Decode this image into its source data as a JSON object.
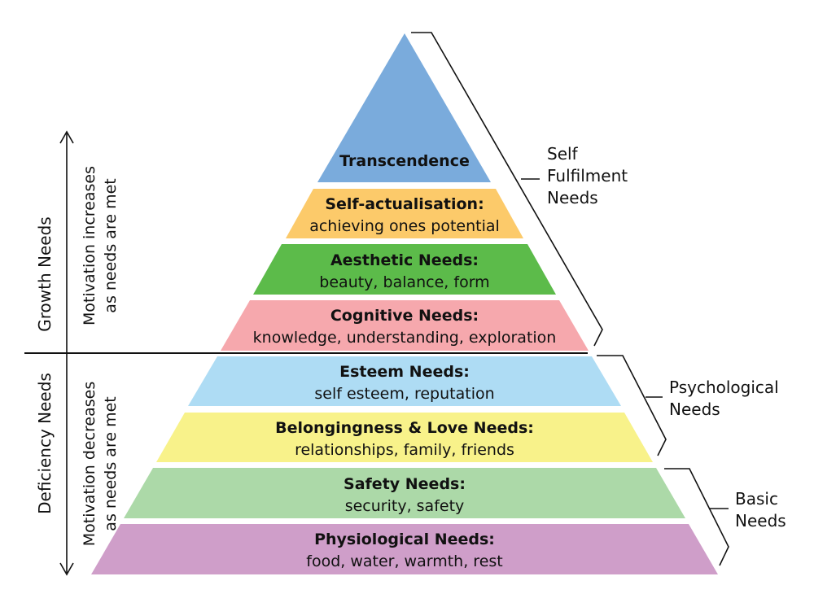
{
  "tiers": [
    {
      "title": "Transcendence",
      "subtitle": "",
      "color": "#7aabdc"
    },
    {
      "title": "Self-actualisation:",
      "subtitle": "achieving ones potential",
      "color": "#fcca6a"
    },
    {
      "title": "Aesthetic Needs:",
      "subtitle": "beauty, balance, form",
      "color": "#5cbb4a"
    },
    {
      "title": "Cognitive Needs:",
      "subtitle": "knowledge, understanding, exploration",
      "color": "#f6a8ad"
    },
    {
      "title": "Esteem Needs:",
      "subtitle": "self esteem, reputation",
      "color": "#aedcf4"
    },
    {
      "title": "Belongingness & Love Needs:",
      "subtitle": "relationships, family, friends",
      "color": "#f8f28a"
    },
    {
      "title": "Safety Needs:",
      "subtitle": "security, safety",
      "color": "#acd9a8"
    },
    {
      "title": "Physiological Needs:",
      "subtitle": "food, water, warmth, rest",
      "color": "#cf9ec9"
    }
  ],
  "brackets": [
    {
      "lines": [
        "Self",
        "Fulfilment",
        "Needs"
      ]
    },
    {
      "lines": [
        "Psychological",
        "Needs"
      ]
    },
    {
      "lines": [
        "Basic",
        "Needs"
      ]
    }
  ],
  "left_axis": {
    "growth": {
      "label": "Growth Needs",
      "line1": "Motivation increases",
      "line2": "as needs are met"
    },
    "deficiency": {
      "label": "Deficiency Needs",
      "line1": "Motivation decreases",
      "line2": "as needs are met"
    }
  },
  "colors": {
    "line": "#111111",
    "text": "#111111"
  }
}
